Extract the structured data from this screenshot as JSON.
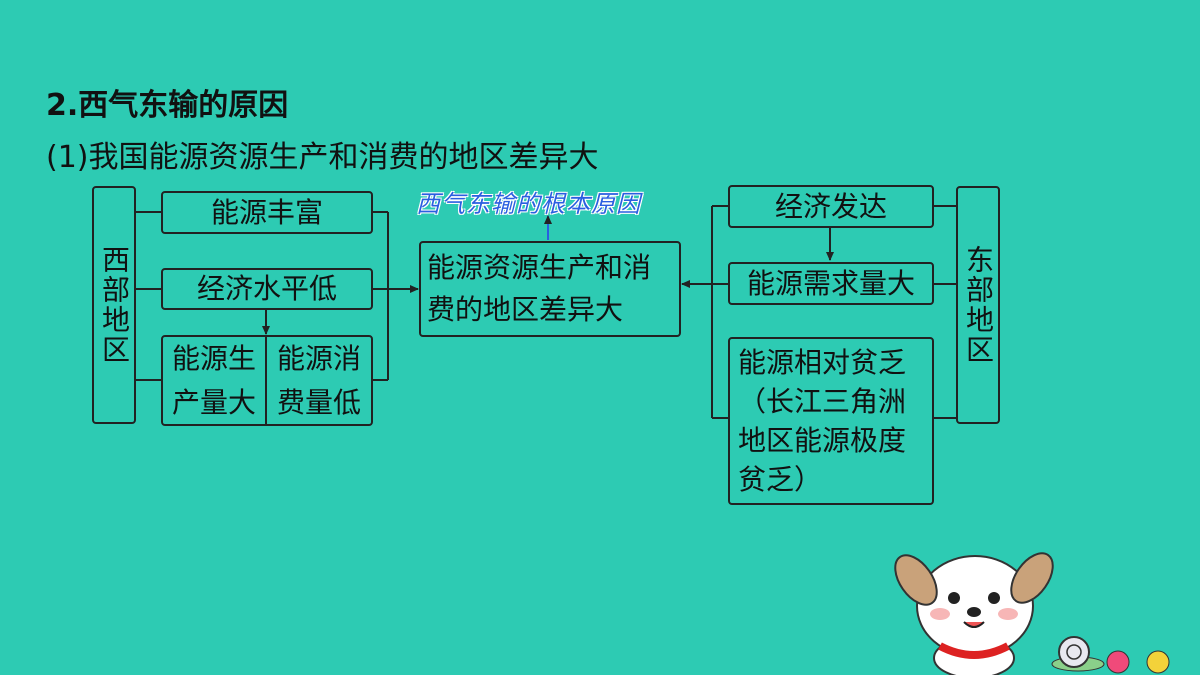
{
  "title": "2.西气东输的原因",
  "subtitle": "(1)我国能源资源生产和消费的地区差异大",
  "west": {
    "label": "西部地区",
    "rich": "能源丰富",
    "economy": "经济水平低",
    "production": "能源生产量大",
    "consumption": "能源消费量低"
  },
  "center": {
    "text": "能源资源生产和消费的地区差异大",
    "annotation": "西气东输的根本原因"
  },
  "east": {
    "label": "东部地区",
    "economy": "经济发达",
    "demand": "能源需求量大",
    "shortage": "能源相对贫乏（长江三角洲地区能源极度贫乏）"
  },
  "colors": {
    "background": "#2dcbb3",
    "lines": "#222222",
    "annotation": "#2a5fe0"
  },
  "icons": [
    "cartoon-dog-icon",
    "snail-icon",
    "flower-icon"
  ]
}
